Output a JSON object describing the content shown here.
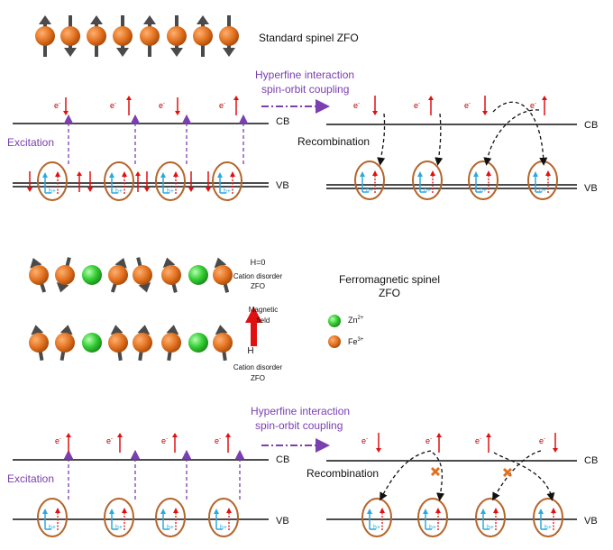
{
  "top": {
    "title": "Standard spinel ZFO",
    "hyperfine_line1": "Hyperfine interaction",
    "hyperfine_line2": "spin-orbit coupling",
    "excitation": "Excitation",
    "recombination": "Recombination",
    "cb": "CB",
    "vb": "VB",
    "electron": "e",
    "hole": "h",
    "charge_minus": "-",
    "charge_plus": "+"
  },
  "middle": {
    "title_line1": "Ferromagnetic spinel",
    "title_line2": "ZFO",
    "h0": "H=0",
    "cation_disorder_1": "Cation disorder",
    "zfo_1": "ZFO",
    "magnetic_line1": "Magnetic",
    "magnetic_line2": "field",
    "h_label": "H",
    "cation_disorder_2": "Cation disorder",
    "zfo_2": "ZFO",
    "legend_zn": "Zn",
    "legend_zn_sup": "2+",
    "legend_fe": "Fe",
    "legend_fe_sup": "3+"
  },
  "bottom": {
    "hyperfine_line1": "Hyperfine interaction",
    "hyperfine_line2": "spin-orbit coupling",
    "excitation": "Excitation",
    "recombination": "Recombination",
    "cb": "CB",
    "vb": "VB",
    "electron": "e",
    "hole": "h"
  },
  "colors": {
    "fe_ball": "#e0701e",
    "zn_ball": "#33cc33",
    "arrow_gray": "#4a4a4a",
    "electron_red": "#e01010",
    "hole_blue": "#2aa8e0",
    "ellipse": "#b5652a",
    "purple": "#7a3fb0"
  }
}
